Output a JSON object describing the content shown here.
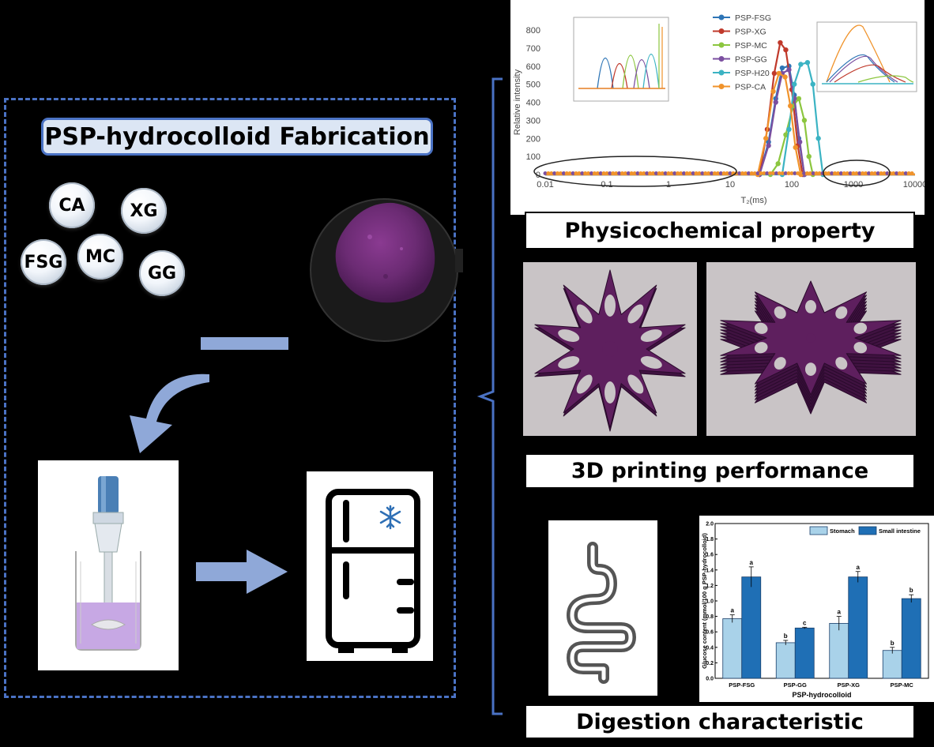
{
  "left_panel": {
    "title": "PSP-hydrocolloid Fabrication",
    "ingredients": [
      "CA",
      "XG",
      "FSG",
      "MC",
      "GG"
    ]
  },
  "section_labels": {
    "physicochemical": "Physicochemical property",
    "printing": "3D printing performance",
    "digestion": "Digestion characteristic"
  },
  "colors": {
    "frame": "#4a72c4",
    "title_bg": "#dce6f4",
    "powder": "#6b2b73",
    "print_purple": "#5e1f5e",
    "stomach": "#a9d2e9",
    "intestine": "#1f6fb5"
  },
  "chart_data": [
    {
      "type": "line",
      "xlabel": "T₂(ms)",
      "ylabel": "Relative intensity",
      "xscale": "log",
      "xlim": [
        0.01,
        10000
      ],
      "ylim": [
        0,
        800
      ],
      "x_ticks": [
        "0.01",
        "0.1",
        "1",
        "10",
        "100",
        "1000",
        "10000"
      ],
      "y_ticks": [
        "0",
        "100",
        "200",
        "300",
        "400",
        "500",
        "600",
        "700",
        "800"
      ],
      "legend_position": "top-right",
      "series": [
        {
          "name": "PSP-FSG",
          "color": "#2e75b6",
          "x": [
            0.01,
            30,
            42,
            55,
            70,
            90,
            110,
            130,
            160,
            10000
          ],
          "y": [
            0,
            0,
            180,
            420,
            590,
            600,
            440,
            200,
            0,
            0
          ]
        },
        {
          "name": "PSP-XG",
          "color": "#c0392b",
          "x": [
            0.01,
            30,
            40,
            52,
            65,
            80,
            100,
            125,
            150,
            10000
          ],
          "y": [
            0,
            0,
            250,
            560,
            730,
            690,
            470,
            160,
            0,
            0
          ]
        },
        {
          "name": "PSP-MC",
          "color": "#8cc63f",
          "x": [
            0.01,
            45,
            60,
            80,
            105,
            130,
            160,
            190,
            220,
            10000
          ],
          "y": [
            0,
            0,
            60,
            220,
            380,
            420,
            300,
            100,
            0,
            0
          ]
        },
        {
          "name": "PSP-GG",
          "color": "#7b4fa0",
          "x": [
            0.01,
            30,
            42,
            55,
            70,
            90,
            110,
            135,
            160,
            10000
          ],
          "y": [
            0,
            0,
            160,
            400,
            560,
            580,
            420,
            180,
            0,
            0
          ]
        },
        {
          "name": "PSP-H20",
          "color": "#3bb3c3",
          "x": [
            0.01,
            70,
            90,
            110,
            140,
            180,
            220,
            270,
            320,
            10000
          ],
          "y": [
            0,
            0,
            250,
            500,
            610,
            620,
            500,
            200,
            0,
            0
          ]
        },
        {
          "name": "PSP-CA",
          "color": "#f0932b",
          "x": [
            0.01,
            28,
            38,
            50,
            62,
            78,
            95,
            115,
            140,
            10000
          ],
          "y": [
            0,
            0,
            200,
            460,
            560,
            540,
            380,
            150,
            0,
            0
          ]
        }
      ]
    },
    {
      "type": "bar",
      "xlabel": "PSP-hydrocolloid",
      "ylabel": "Glucose content (mmol/100 g PSP-hydrocolloid)",
      "categories": [
        "PSP-FSG",
        "PSP-GG",
        "PSP-XG",
        "PSP-MC"
      ],
      "ylim": [
        0,
        2.0
      ],
      "y_ticks": [
        "0.0",
        "0.2",
        "0.4",
        "0.6",
        "0.8",
        "1.0",
        "1.2",
        "1.4",
        "1.6",
        "1.8",
        "2.0"
      ],
      "legend_position": "top-right",
      "series": [
        {
          "name": "Stomach",
          "color": "#a9d2e9",
          "values": [
            0.77,
            0.46,
            0.71,
            0.36
          ],
          "errors": [
            0.05,
            0.03,
            0.09,
            0.04
          ],
          "labels": [
            "a",
            "b",
            "a",
            "b"
          ]
        },
        {
          "name": "Small intestine",
          "color": "#1f6fb5",
          "values": [
            1.31,
            0.65,
            1.31,
            1.03
          ],
          "errors": [
            0.13,
            0.01,
            0.07,
            0.05
          ],
          "labels": [
            "a",
            "c",
            "a",
            "b"
          ]
        }
      ]
    }
  ]
}
